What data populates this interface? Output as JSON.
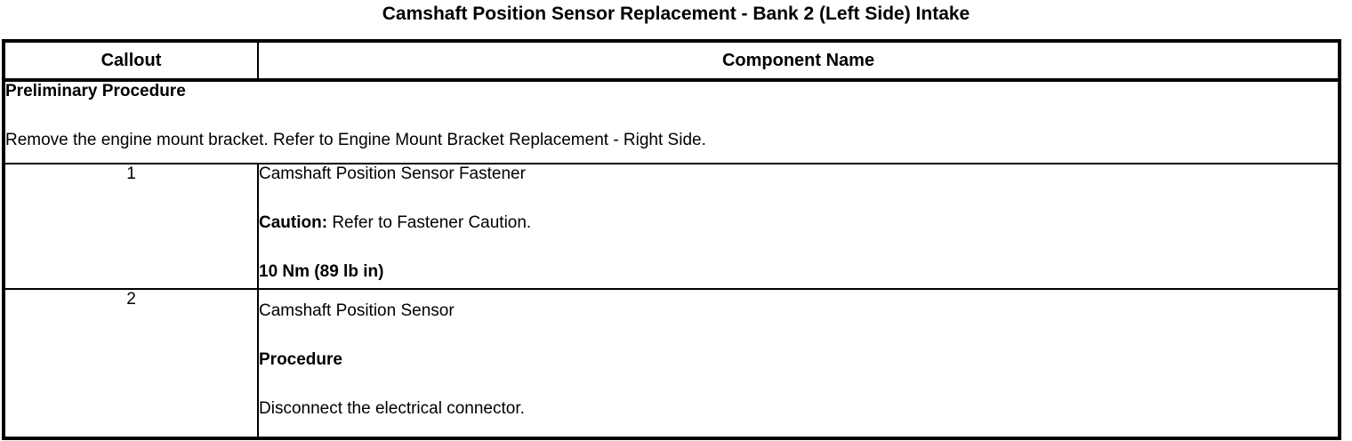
{
  "page": {
    "title": "Camshaft Position Sensor Replacement - Bank 2 (Left Side) Intake"
  },
  "table": {
    "headers": {
      "callout": "Callout",
      "component": "Component Name"
    },
    "preliminary": {
      "heading": "Preliminary Procedure",
      "text": "Remove the engine mount bracket. Refer to Engine Mount Bracket Replacement - Right Side."
    },
    "rows": [
      {
        "callout": "1",
        "lines": [
          {
            "bold_part": "",
            "text": "Camshaft Position Sensor Fastener"
          },
          {
            "bold_part": "Caution:",
            "text": " Refer to Fastener Caution."
          },
          {
            "bold_part": "10 Nm (89 lb in)",
            "text": ""
          }
        ]
      },
      {
        "callout": "2",
        "lines": [
          {
            "bold_part": "",
            "text": "Camshaft Position Sensor"
          },
          {
            "bold_part": "Procedure",
            "text": ""
          },
          {
            "bold_part": "",
            "text": "Disconnect the electrical connector."
          }
        ]
      }
    ]
  }
}
